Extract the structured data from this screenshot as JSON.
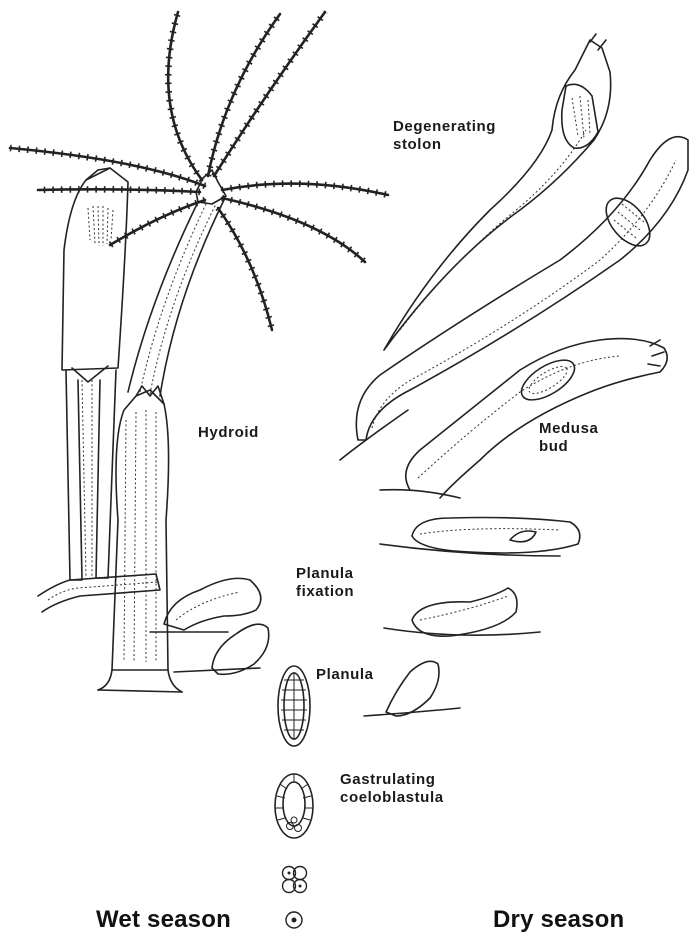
{
  "labels": {
    "degenerating_stolon": [
      "Degenerating",
      "stolon"
    ],
    "hydroid": "Hydroid",
    "medusa_bud": [
      "Medusa",
      "bud"
    ],
    "planula_fixation": [
      "Planula",
      "fixation"
    ],
    "planula": "Planula",
    "gastrulating_coeloblastula": [
      "Gastrulating",
      "coeloblastula"
    ],
    "wet_season": "Wet season",
    "dry_season": "Dry season"
  }
}
